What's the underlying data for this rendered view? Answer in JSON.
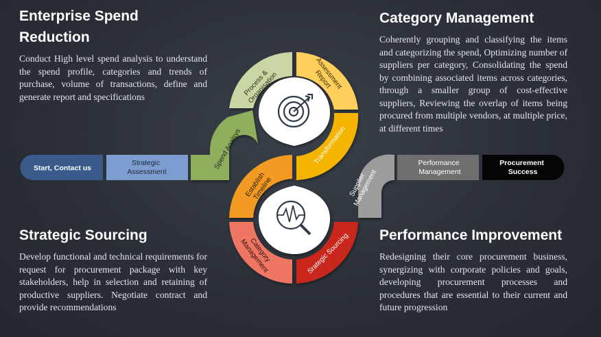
{
  "sections": {
    "top_left": {
      "title": "Enterprise Spend Reduction",
      "title_line1": "Enterprise Spend",
      "title_line2": "Reduction",
      "body": "Conduct High level spend analysis to understand the spend profile, categories and trends of purchase, volume of transactions, define and generate report and specifications"
    },
    "top_right": {
      "title": "Category Management",
      "body": "Coherently grouping and classifying the items and categorizing the spend, Optimizing number of suppliers per category, Consolidating the spend by combining associated items across categories, through a smaller group of cost-effective suppliers, Reviewing the overlap of items being procured from multiple vendors, at multiple price, at different times"
    },
    "bottom_left": {
      "title": "Strategic Sourcing",
      "body": "Develop functional and technical requirements for request for procurement package with key stakeholders, help in selection and retaining of productive suppliers. Negotiate contract and provide recommendations"
    },
    "bottom_right": {
      "title": "Performance Improvement",
      "body": "Redesigning their core procurement business, synergizing with corporate policies and goals, developing procurement processes and procedures that are essential to their current and future progression"
    }
  },
  "process_bar": {
    "start": "Start, Contact us",
    "strategic_assessment": [
      "Strategic",
      "Assessment"
    ],
    "performance_management": [
      "Performance",
      "Management"
    ],
    "procurement_success": [
      "Procurement",
      "Success"
    ]
  },
  "segments": {
    "spend_analysis": "Spend Analsys",
    "process_organisation": [
      "Process &",
      "Organisation"
    ],
    "assessment_report": [
      "Assessment",
      "Report"
    ],
    "transformation": "Transformation",
    "establish_timeline": [
      "Establish",
      "Timeline"
    ],
    "category_management": [
      "Category",
      "Management"
    ],
    "strategic_sourcing": "Srategic Sourcing",
    "supplier_management": [
      "Supplier",
      "Management"
    ]
  },
  "icons": {
    "upper": "target-icon",
    "lower": "magnifier-analysis-icon"
  },
  "colors": {
    "start": "#3b5a8c",
    "strategic_assessment": "#7d9ccf",
    "spend_analysis": "#8fae5b",
    "process_organisation": "#c7d6a2",
    "assessment_report": "#ffcf5c",
    "transformation": "#f5b400",
    "establish_timeline": "#f29a21",
    "category_management": "#ee7663",
    "strategic_sourcing": "#c9261d",
    "supplier_management": "#9c9c9c",
    "performance_management": "#6f6f6f",
    "procurement_success": "#050505"
  }
}
